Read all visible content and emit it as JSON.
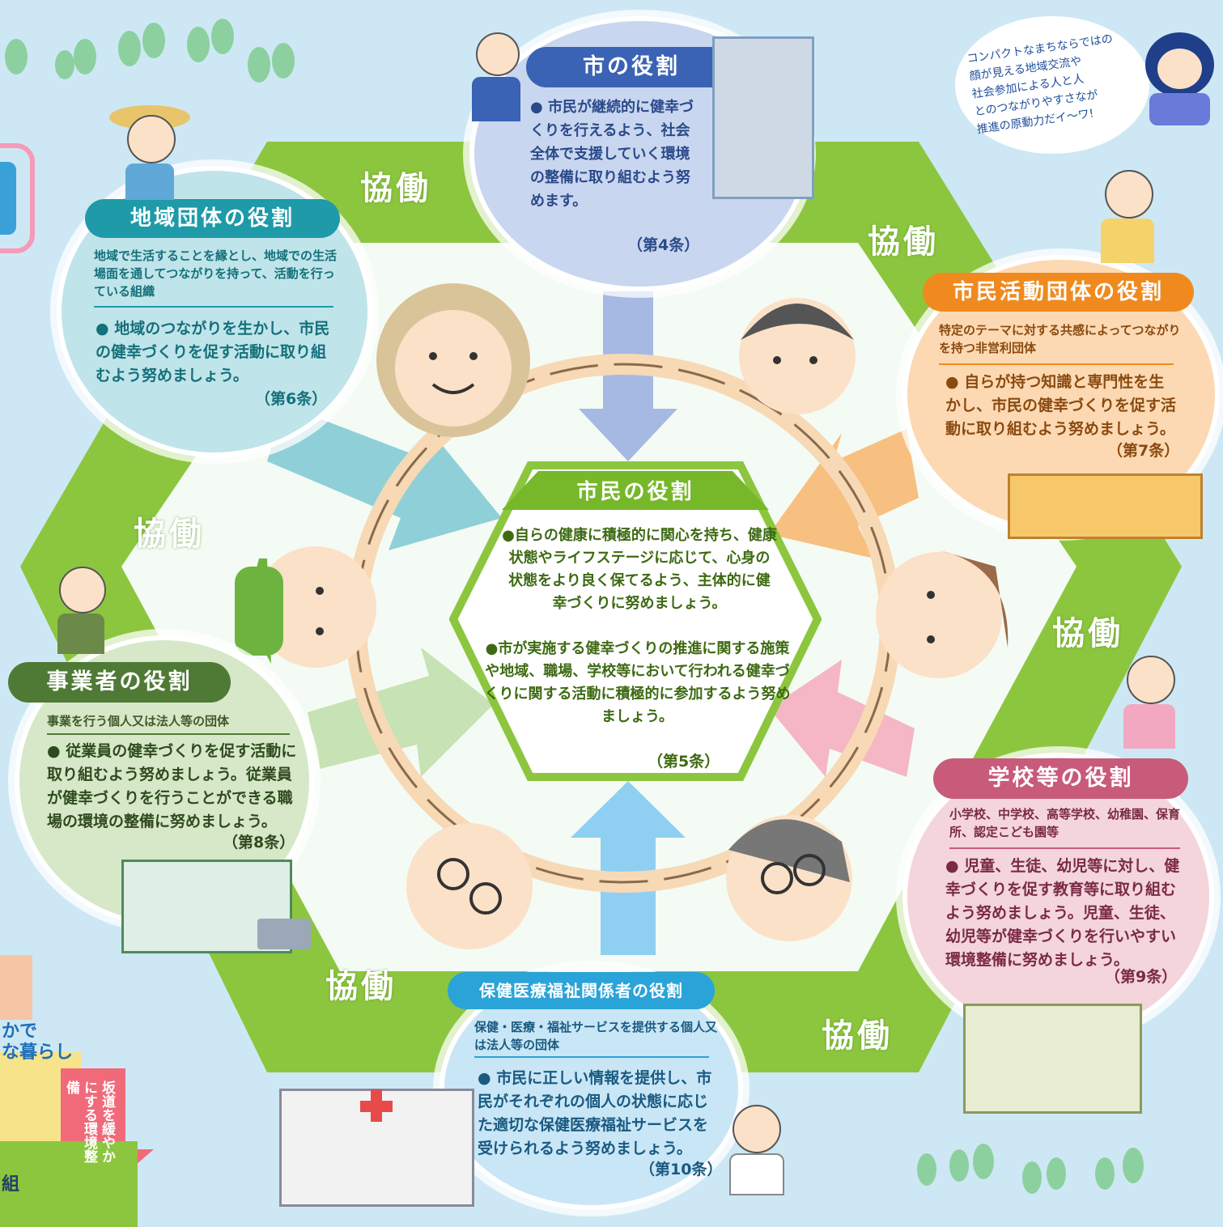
{
  "center": {
    "title": "市民の役割",
    "body1": "●自らの健康に積極的に関心を持ち、健康状態やライフステージに応じて、心身の状態をより良く保てるよう、主体的に健幸づくりに努めましょう。",
    "body2": "●市が実施する健幸づくりの推進に関する施策や地域、職場、学校等において行われる健幸づくりに関する活動に積極的に参加するよう努めましょう。",
    "article": "（第5条）"
  },
  "city": {
    "title": "市の役割",
    "body": "● 市民が継続的に健幸づくりを行えるよう、社会全体で支援していく環境の整備に取り組むよう努めます。",
    "article": "（第4条）"
  },
  "community": {
    "title": "地域団体の役割",
    "desc": "地域で生活することを縁とし、地域での生活場面を通してつながりを持って、活動を行っている組織",
    "body": "● 地域のつながりを生かし、市民の健幸づくりを促す活動に取り組むよう努めましょう。",
    "article": "（第6条）"
  },
  "civic": {
    "title": "市民活動団体の役割",
    "desc": "特定のテーマに対する共感によってつながりを持つ非営利団体",
    "body": "● 自らが持つ知識と専門性を生かし、市民の健幸づくりを促す活動に取り組むよう努めましょう。",
    "article": "（第7条）"
  },
  "business": {
    "title": "事業者の役割",
    "desc": "事業を行う個人又は法人等の団体",
    "body": "● 従業員の健幸づくりを促す活動に取り組むよう努めましょう。従業員が健幸づくりを行うことができる職場の環境の整備に努めましょう。",
    "article": "（第8条）"
  },
  "school": {
    "title": "学校等の役割",
    "desc": "小学校、中学校、高等学校、幼稚園、保育所、認定こども園等",
    "body": "● 児童、生徒、幼児等に対し、健幸づくりを促す教育等に取り組むよう努めましょう。児童、生徒、幼児等が健幸づくりを行いやすい環境整備に努めましょう。",
    "article": "（第9条）"
  },
  "health": {
    "title": "保健医療福祉関係者の役割",
    "desc": "保健・医療・福祉サービスを提供する個人又は法人等の団体",
    "body": "● 市民に正しい情報を提供し、市民がそれぞれの個人の状態に応じた適切な保健医療福祉サービスを受けられるよう努めましょう。",
    "article": "（第10条）"
  },
  "collaboration_label": "協働",
  "mascot_note": [
    "コンパクトなまちならではの",
    "顔が見える地域交流や",
    "社会参加による人と人",
    "とのつながりやすさなが",
    "推進の原動力だイ～ワ!"
  ],
  "left_edge": {
    "line1": "かで",
    "line2": "な暮らし",
    "arrow_text": "坂道を緩やかにする環境整備",
    "bottom": "組"
  },
  "colors": {
    "city": "#3a62b5",
    "community": "#1e9aa8",
    "civic": "#f08a1e",
    "business": "#4f7a35",
    "school": "#c85a7a",
    "health": "#2aa3d8",
    "center": "#76b82a",
    "hexagon": "#8cc63f"
  }
}
